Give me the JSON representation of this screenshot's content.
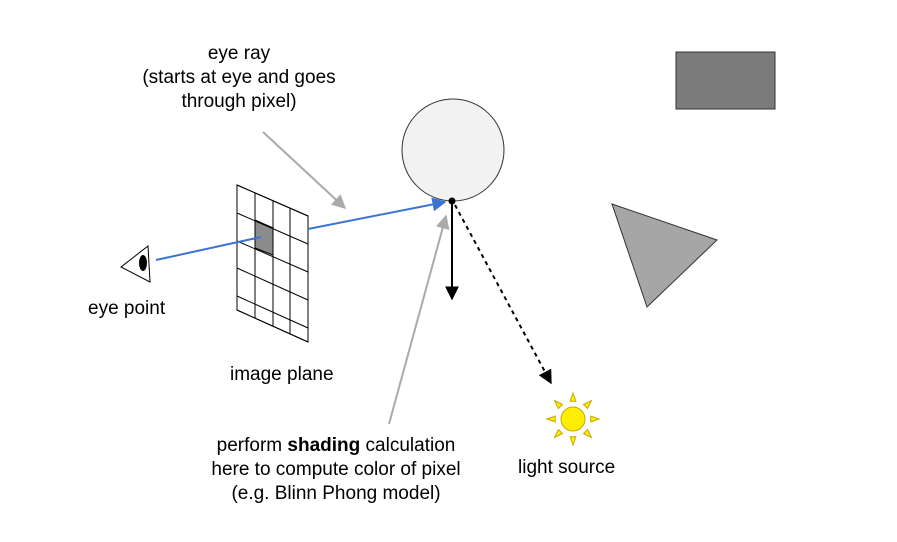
{
  "labels": {
    "eye_ray": [
      "eye ray",
      "(starts at eye and goes",
      "through pixel)"
    ],
    "eye_point": "eye point",
    "image_plane": "image plane",
    "shading": {
      "pre": "perform ",
      "bold": "shading",
      "post": " calculation",
      "line2": "here to compute color of pixel",
      "line3": "(e.g. Blinn Phong model)"
    },
    "light_source": "light source"
  },
  "colors": {
    "ray": "#3a74d6",
    "annotation_arrow": "#aaaaaa",
    "sphere_fill": "#f2f2f2",
    "rectangle_fill": "#7b7b7b",
    "triangle_fill": "#a6a6a6",
    "pixel_fill": "#8c8c8c",
    "sun_fill": "#ffee00",
    "sun_stroke": "#c8a800"
  },
  "icons": [
    "eye-icon",
    "sun-icon"
  ]
}
